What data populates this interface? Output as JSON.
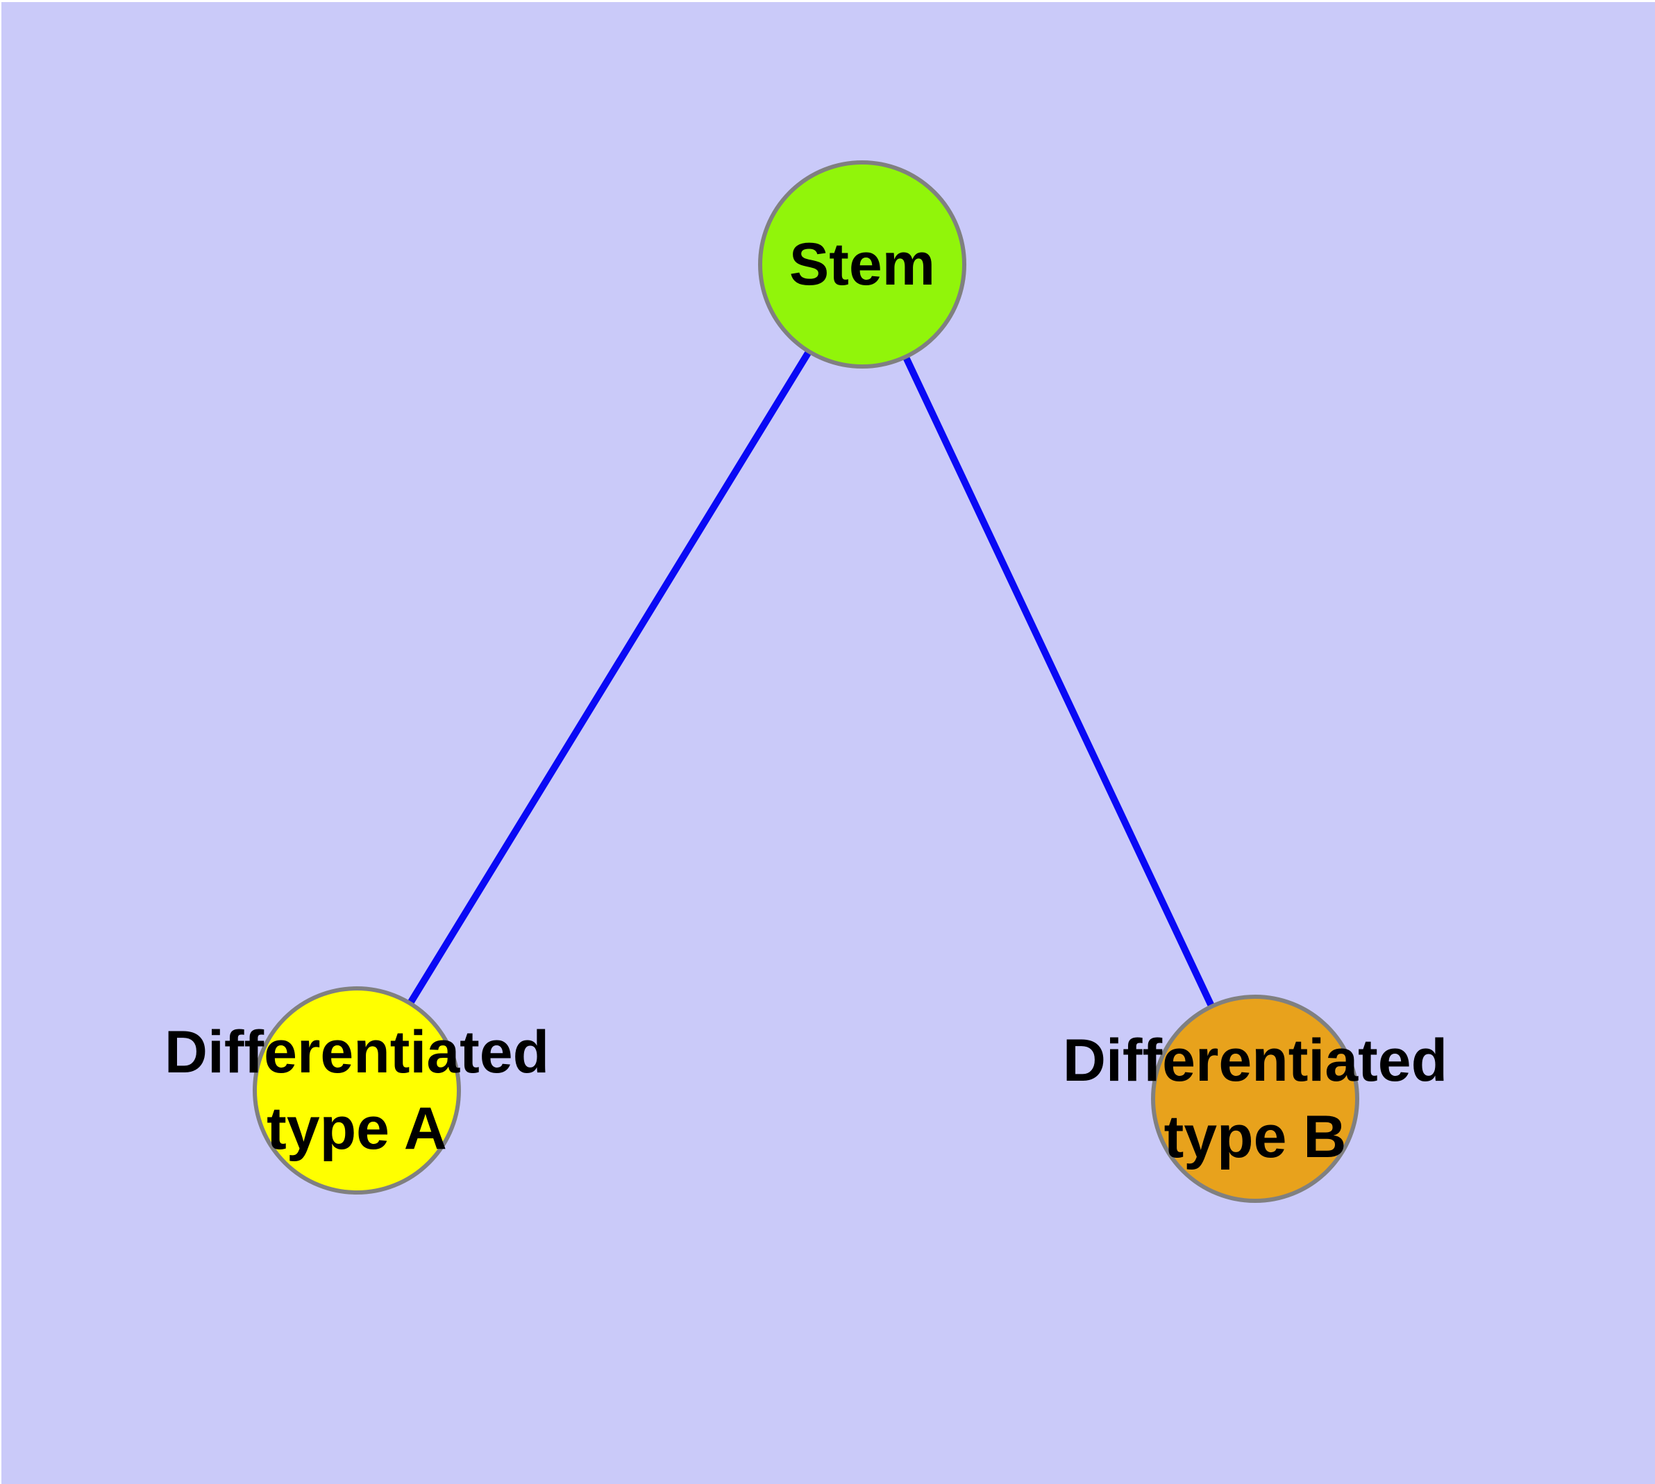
{
  "figure": {
    "background_color": "#cacaf9",
    "margin_color": "#ffffff"
  },
  "diagram": {
    "type": "graph",
    "edge_color": "#0909f5",
    "node_border_color": "#808080",
    "text_color": "#000000",
    "nodes": [
      {
        "id": "stem",
        "label": "Stem",
        "fill": "#91f50a"
      },
      {
        "id": "differentiated-type-a",
        "label": "Differentiated type A",
        "label_line1": "Differentiated",
        "label_line2": "type A",
        "fill": "#ffff00"
      },
      {
        "id": "differentiated-type-b",
        "label": "Differentiated type B",
        "label_line1": "Differentiated",
        "label_line2": "type B",
        "fill": "#e8a21c"
      }
    ],
    "edges": [
      {
        "source": "Stem",
        "target": "Differentiated type A"
      },
      {
        "source": "Stem",
        "target": "Differentiated type B"
      }
    ]
  }
}
